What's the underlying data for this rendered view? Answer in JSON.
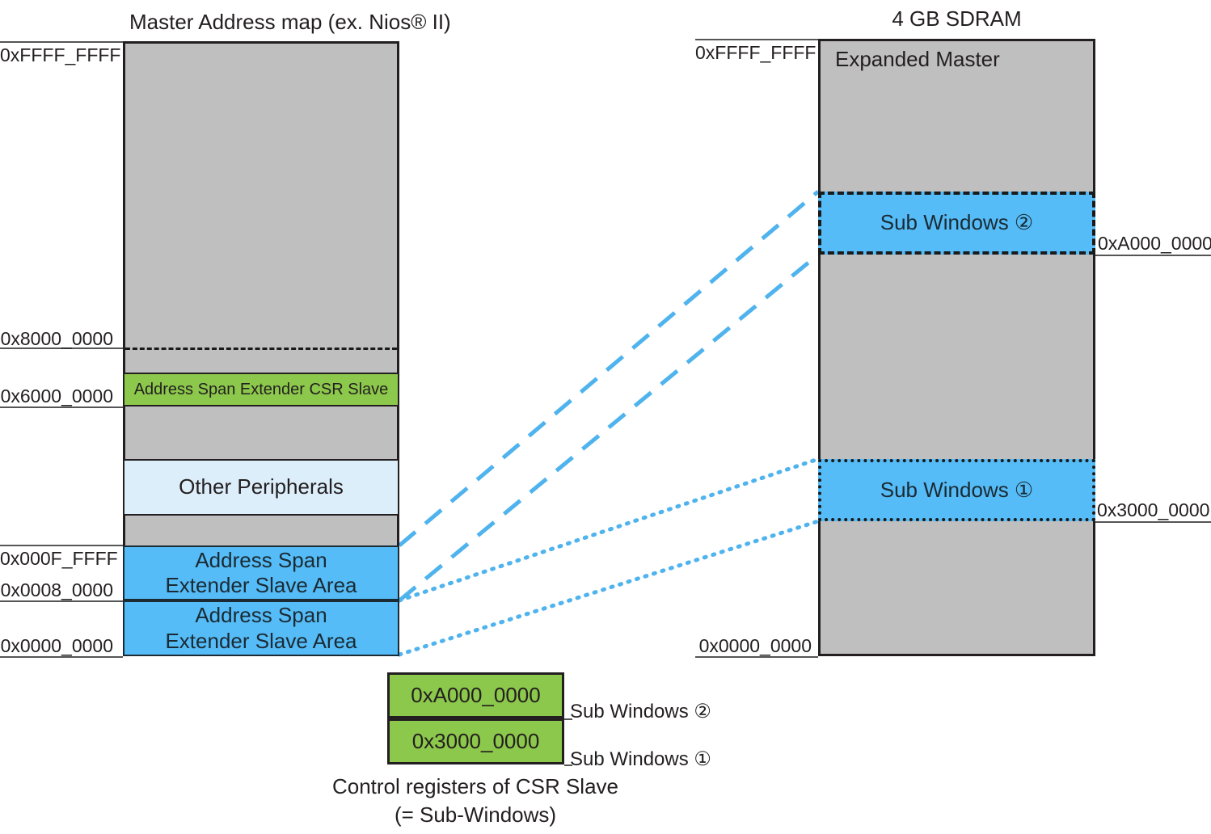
{
  "diagram": {
    "title_left": "Master Address map (ex. Nios® II)",
    "title_right": "4 GB SDRAM",
    "accent_blue": "#55BCF7",
    "accent_green": "#8CC84B",
    "accent_paleblue": "#DDEEFB",
    "accent_gray": "#BFBFBF",
    "connector_color": "#4FB3ED"
  },
  "left_column": {
    "title": "Master Address map (ex. Nios® II)",
    "blocks": [
      {
        "label": "",
        "fill": "gray"
      },
      {
        "label": "Address Span Extender CSR Slave",
        "fill": "green"
      },
      {
        "label": "",
        "fill": "gray"
      },
      {
        "label": "Other Peripherals",
        "fill": "paleblue"
      },
      {
        "label": "",
        "fill": "gray"
      },
      {
        "label": "Address Span\nExtender Slave Area",
        "fill": "blue"
      },
      {
        "label": "Address Span\nExtender Slave Area",
        "fill": "blue"
      }
    ],
    "block_labels": {
      "csr_slave": "Address Span Extender CSR Slave",
      "other_peripherals": "Other Peripherals",
      "slave_area_upper_line1": "Address Span",
      "slave_area_upper_line2": "Extender Slave Area",
      "slave_area_lower_line1": "Address Span",
      "slave_area_lower_line2": "Extender Slave Area"
    },
    "addresses": [
      {
        "value": "0xFFFF_FFFF"
      },
      {
        "value": "0x8000_0000"
      },
      {
        "value": "0x6000_0000"
      },
      {
        "value": "0x000F_FFFF"
      },
      {
        "value": "0x0008_0000"
      },
      {
        "value": "0x0000_0000"
      }
    ]
  },
  "right_column": {
    "title": "4 GB SDRAM",
    "expanded_master_label": "Expanded Master",
    "sub_window_2_label": "Sub Windows ②",
    "sub_window_1_label": "Sub Windows ①",
    "addresses": [
      {
        "value": "0xFFFF_FFFF"
      },
      {
        "value": "0xA000_0000"
      },
      {
        "value": "0x3000_0000"
      },
      {
        "value": "0x0000_0000"
      }
    ]
  },
  "csr_registers": {
    "rows": [
      {
        "value": "0xA000_0000",
        "note": "Sub Windows ②"
      },
      {
        "value": "0x3000_0000",
        "note": "Sub Windows ①"
      }
    ],
    "caption_line1": "Control registers of CSR Slave",
    "caption_line2": "(= Sub-Windows)"
  }
}
